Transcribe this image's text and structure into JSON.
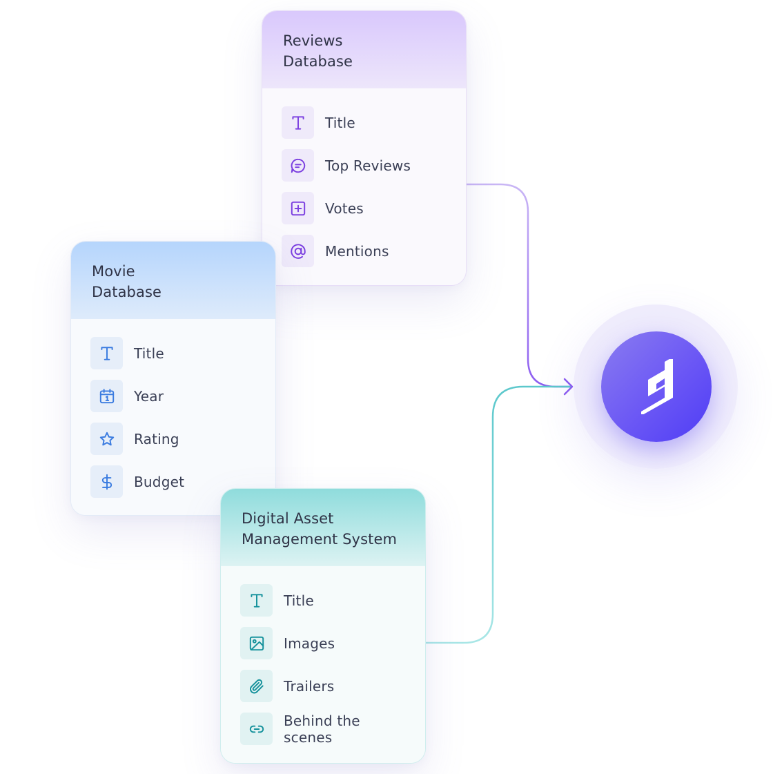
{
  "cards": {
    "reviews": {
      "title_line1": "Reviews",
      "title_line2": "Database",
      "accent_color": "#7b3fe0",
      "fields": [
        {
          "label": "Title",
          "icon": "text-type-icon"
        },
        {
          "label": "Top Reviews",
          "icon": "chat-bubble-icon"
        },
        {
          "label": "Votes",
          "icon": "plus-square-icon"
        },
        {
          "label": "Mentions",
          "icon": "at-sign-icon"
        }
      ]
    },
    "movie": {
      "title_line1": "Movie",
      "title_line2": "Database",
      "accent_color": "#3a7be0",
      "fields": [
        {
          "label": "Title",
          "icon": "text-type-icon"
        },
        {
          "label": "Year",
          "icon": "calendar-icon"
        },
        {
          "label": "Rating",
          "icon": "star-icon"
        },
        {
          "label": "Budget",
          "icon": "dollar-icon"
        }
      ]
    },
    "dam": {
      "title_line1": "Digital Asset",
      "title_line2": "Management System",
      "accent_color": "#14919b",
      "fields": [
        {
          "label": "Title",
          "icon": "text-type-icon"
        },
        {
          "label": "Images",
          "icon": "image-icon"
        },
        {
          "label": "Trailers",
          "icon": "paperclip-icon"
        },
        {
          "label": "Behind the scenes",
          "icon": "link-icon"
        }
      ]
    }
  },
  "hub": {
    "logo_icon": "hygraph-logo-icon",
    "color": "#5b47f5"
  },
  "connectors": {
    "reviews_color": "#a98cf2",
    "movie_color": "#9fc0f5",
    "dam_color": "#6fd3d3"
  }
}
